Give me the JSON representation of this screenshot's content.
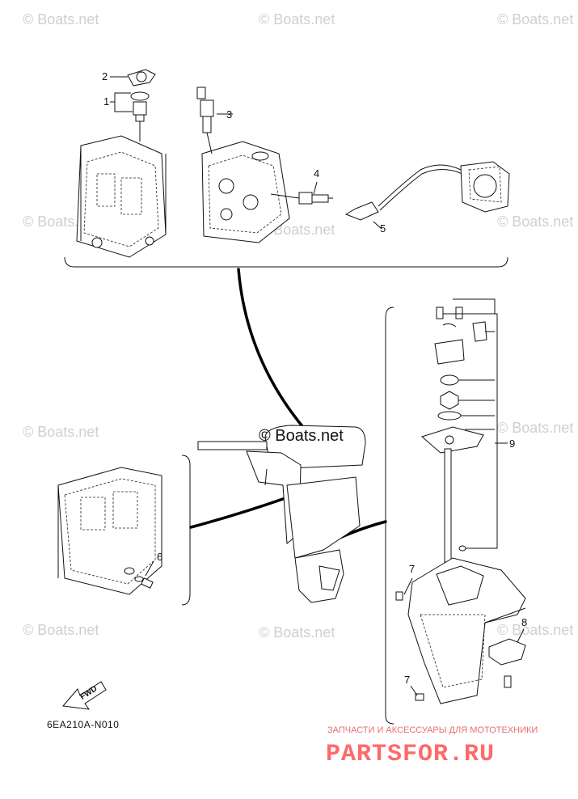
{
  "watermarks": [
    "© Boats.net",
    "© Boats.net",
    "© Boats.net",
    "© Boats.net",
    "© Boats.net",
    "© Boats.net",
    "© Boats.net",
    "© Boats.net",
    "© Boats.net",
    "© Boats.net",
    "© Boats.net"
  ],
  "center_watermark": "© Boats.net",
  "callouts": [
    "1",
    "2",
    "3",
    "4",
    "5",
    "6",
    "7",
    "7",
    "8",
    "9"
  ],
  "fwd_label": "FWD",
  "part_number": "6EA210A-N010",
  "ad": {
    "tagline": "ЗАПЧАСТИ И АКСЕССУАРЫ ДЛЯ МОТОТЕХНИКИ",
    "brand": "PARTSFOR.RU"
  }
}
